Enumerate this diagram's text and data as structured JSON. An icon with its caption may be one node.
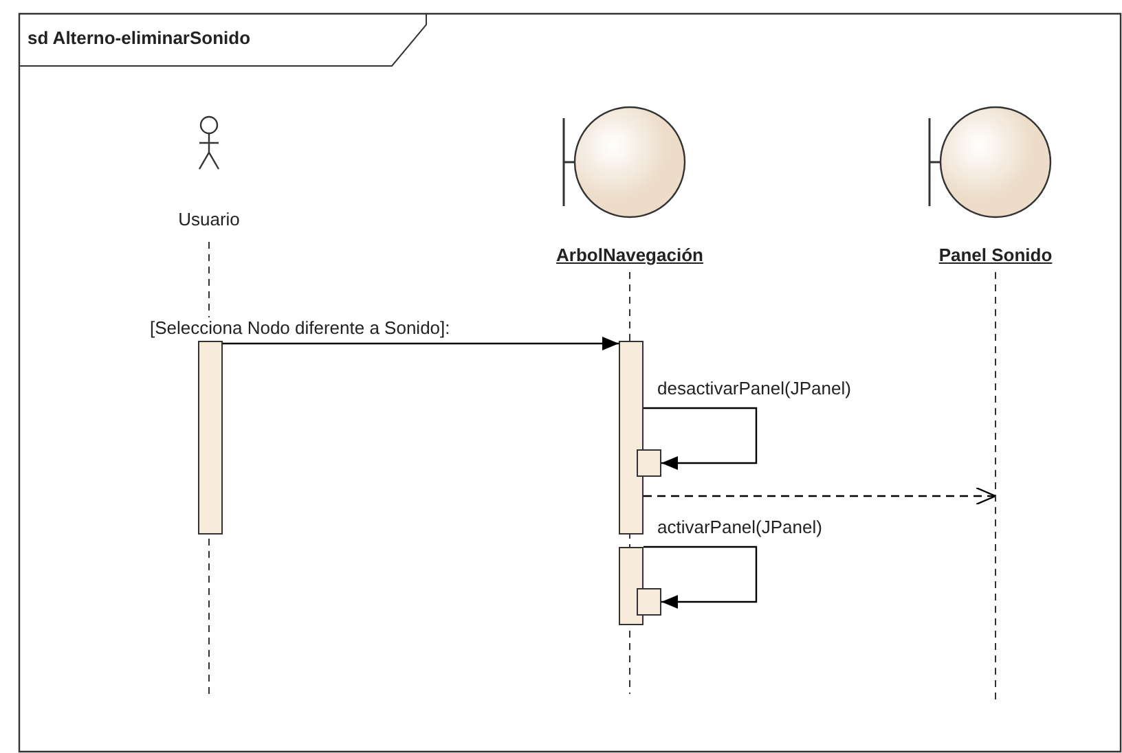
{
  "diagram": {
    "title": "sd Alterno-eliminarSonido",
    "nodes": [
      {
        "text": [
          "Usuario"
        ]
      },
      {
        "text": [
          "ArbolNavegación"
        ]
      },
      {
        "text": [
          "Panel Sonido"
        ]
      },
      {
        "text": [],
        "shape": "bar",
        "in": 0
      },
      {
        "text": [],
        "shape": "bar",
        "in": 1
      },
      {
        "text": [],
        "shape": "bar",
        "in": 1
      },
      {
        "text": [],
        "shape": "bar",
        "in": 1
      },
      {
        "text": [],
        "shape": "bar",
        "in": 1
      }
    ],
    "edges": [
      {
        "from": 3,
        "to": 4,
        "arrow": "to",
        "label": "[Selecciona Nodo diferente a Sonido]:"
      },
      {
        "from": 4,
        "to": 5,
        "arrow": "to",
        "label": "desactivarPanel(JPanel)"
      },
      {
        "from": 4,
        "to": 2,
        "arrow": "to",
        "style": "dashed"
      },
      {
        "from": 6,
        "to": 7,
        "arrow": "to",
        "label": "activarPanel(JPanel)"
      }
    ]
  }
}
